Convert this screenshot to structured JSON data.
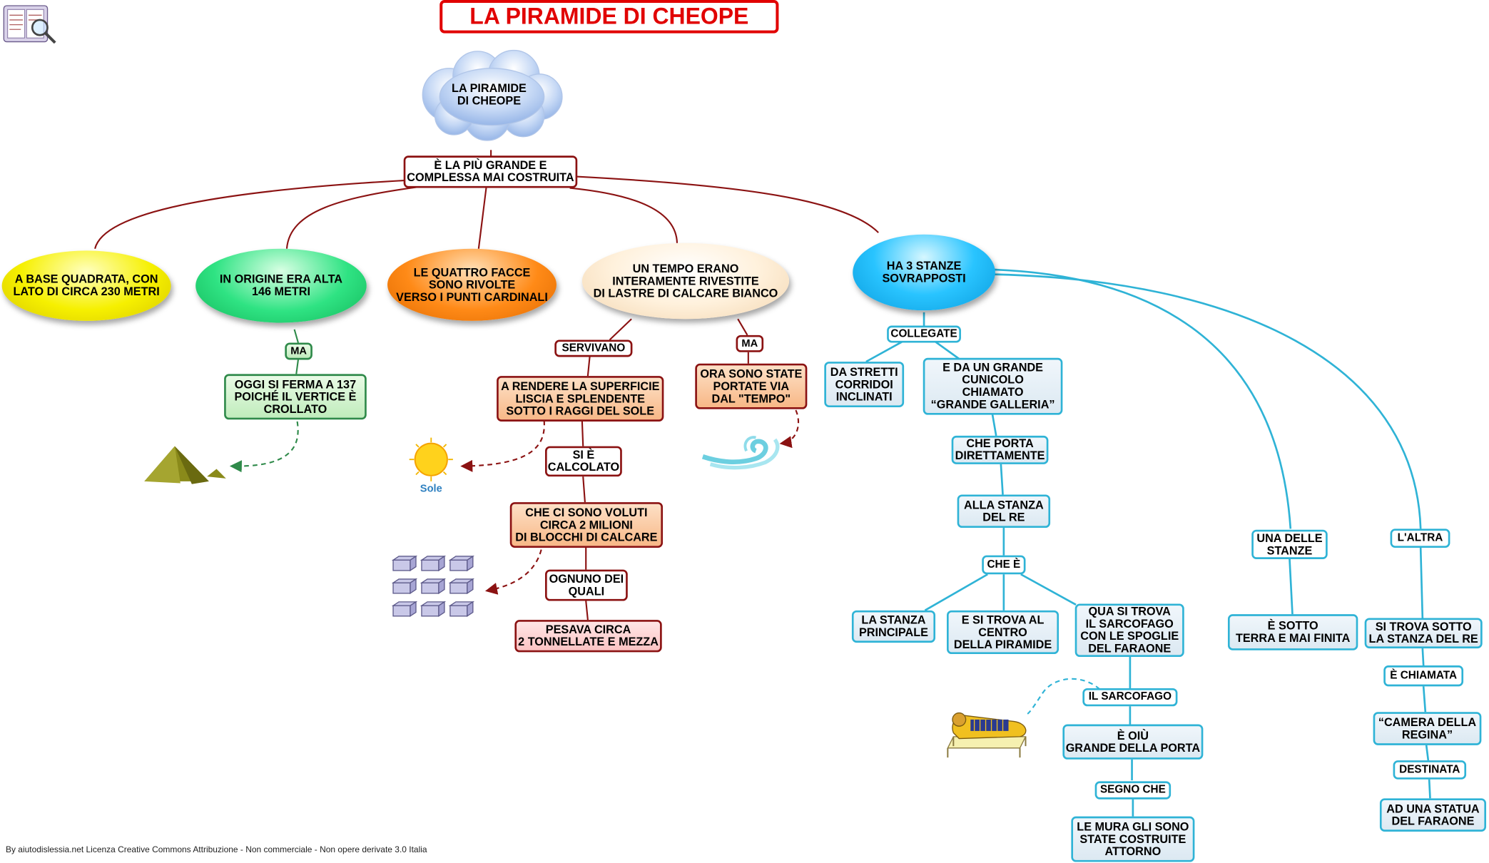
{
  "title": "LA PIRAMIDE DI CHEOPE",
  "central_topic": "LA PIRAMIDE\nDI CHEOPE",
  "nodes": {
    "main_claim": "È LA PIÙ GRANDE E\nCOMPLESSA MAI COSTRUITA",
    "base": "A BASE QUADRATA, CON\nLATO DI CIRCA 230 METRI",
    "height": "IN ORIGINE ERA ALTA\n146 METRI",
    "faces": "LE  QUATTRO  FACCE\nSONO  RIVOLTE\nVERSO I PUNTI CARDINALI",
    "covering": "UN TEMPO ERANO\nINTERAMENTE RIVESTITE\nDI LASTRE DI CALCARE BIANCO",
    "rooms": "HA 3 STANZE\nSOVRAPPOSTI",
    "ma_1": "MA",
    "today": "OGGI SI FERMA A 137\nPOICHÉ IL VERTICE È\nCROLLATO",
    "servivano": "SERVIVANO",
    "ma_2": "MA",
    "render": "A RENDERE LA SUPERFICIE\nLISCIA E SPLENDENTE\nSOTTO I RAGGI DEL SOLE",
    "removed": "ORA SONO STATE\nPORTATE VIA\nDAL \"TEMPO\"",
    "calculated": "SI È\nCALCOLATO",
    "blocks": "CHE CI SONO VOLUTI\nCIRCA 2 MILIONI\nDI BLOCCHI DI CALCARE",
    "each": "OGNUNO DEI\nQUALI",
    "weight": "PESAVA CIRCA\n2 TONNELLATE E MEZZA",
    "collegate": "COLLEGATE",
    "corridors": "DA STRETTI\nCORRIDOI\nINCLINATI",
    "gallery": "E DA UN GRANDE\nCUNICOLO\nCHIAMATO\n“GRANDE  GALLERIA”",
    "leads": "CHE PORTA\nDIRETTAMENTE",
    "king_room": "ALLA STANZA\nDEL RE",
    "che_e": "CHE È",
    "main_room": "LA STANZA\nPRINCIPALE",
    "center": "E SI TROVA AL\nCENTRO\nDELLA PIRAMIDE",
    "sarcophagus_here": "QUA SI TROVA\nIL SARCOFAGO\nCON LE SPOGLIE\nDEL FARAONE",
    "sarcophagus": "IL SARCOFAGO",
    "wider": "È OIÙ\nGRANDE DELLA PORTA",
    "sign": "SEGNO CHE",
    "walls": "LE MURA GLI SONO\nSTATE COSTRUITE\nATTORNO",
    "one_room": "UNA DELLE\nSTANZE",
    "underground": "È SOTTO\nTERRA E MAI FINITA",
    "other": "L'ALTRA",
    "below_king": "SI TROVA SOTTO\nLA STANZA DEL RE",
    "called": "È CHIAMATA",
    "queen": "“CAMERA DELLA\nREGINA”",
    "destined": "DESTINATA",
    "statue": "AD UNA STATUA\nDEL FARAONE"
  },
  "sun_label": "Sole",
  "footer": "By aiutodislessia.net Licenza Creative Commons Attribuzione - Non commerciale - Non opere derivate 3.0 Italia",
  "colors": {
    "title": "#e10000",
    "dark_link": "#8b1212",
    "cyan_link": "#2fb3d6",
    "green_link": "#2f8a4a"
  }
}
